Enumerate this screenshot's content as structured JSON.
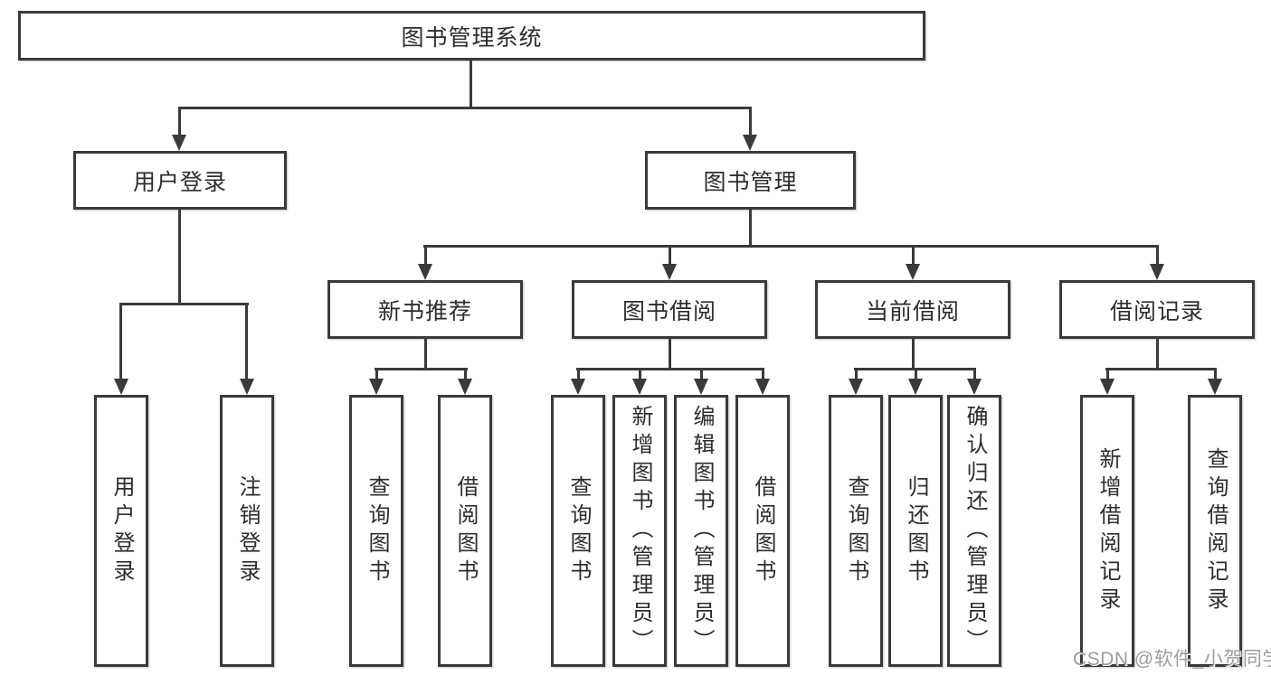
{
  "tree": {
    "label": "图书管理系统",
    "children": [
      {
        "label": "用户登录",
        "children": [
          {
            "label": "用户登录"
          },
          {
            "label": "注销登录"
          }
        ]
      },
      {
        "label": "图书管理",
        "children": [
          {
            "label": "新书推荐",
            "children": [
              {
                "label": "查询图书"
              },
              {
                "label": "借阅图书"
              }
            ]
          },
          {
            "label": "图书借阅",
            "children": [
              {
                "label": "查询图书"
              },
              {
                "label": "新增图书（管理员）"
              },
              {
                "label": "编辑图书（管理员）"
              },
              {
                "label": "借阅图书"
              }
            ]
          },
          {
            "label": "当前借阅",
            "children": [
              {
                "label": "查询图书"
              },
              {
                "label": "归还图书"
              },
              {
                "label": "确认归还（管理员）"
              }
            ]
          },
          {
            "label": "借阅记录",
            "children": [
              {
                "label": "新增借阅记录"
              },
              {
                "label": "查询借阅记录"
              }
            ]
          }
        ]
      }
    ]
  },
  "watermark": {
    "label": "CSDN @软件_小贺同学"
  },
  "colors": {
    "line": "#3a3a3a",
    "text": "#2d2d2d",
    "background": "#ffffff",
    "watermark": "#9d9d9d"
  }
}
